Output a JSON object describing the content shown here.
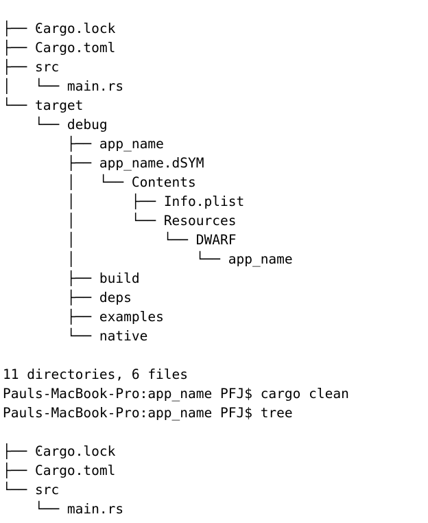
{
  "tree1": {
    "root": ".",
    "rows": [
      {
        "prefix": "├── ",
        "indent": 0,
        "name": "Cargo.lock"
      },
      {
        "prefix": "├── ",
        "indent": 0,
        "name": "Cargo.toml"
      },
      {
        "prefix": "├── ",
        "indent": 0,
        "name": "src"
      },
      {
        "prefix": "│   └── ",
        "indent": 0,
        "name": "main.rs"
      },
      {
        "prefix": "└── ",
        "indent": 0,
        "name": "target"
      },
      {
        "prefix": "    └── ",
        "indent": 0,
        "name": "debug"
      },
      {
        "prefix": "        ├── ",
        "indent": 0,
        "name": "app_name"
      },
      {
        "prefix": "        ├── ",
        "indent": 0,
        "name": "app_name.dSYM"
      },
      {
        "prefix": "        │   └── ",
        "indent": 0,
        "name": "Contents"
      },
      {
        "prefix": "        │       ├── ",
        "indent": 0,
        "name": "Info.plist"
      },
      {
        "prefix": "        │       └── ",
        "indent": 0,
        "name": "Resources"
      },
      {
        "prefix": "        │           └── ",
        "indent": 0,
        "name": "DWARF"
      },
      {
        "prefix": "        │               └── ",
        "indent": 0,
        "name": "app_name"
      },
      {
        "prefix": "        ├── ",
        "indent": 0,
        "name": "build"
      },
      {
        "prefix": "        ├── ",
        "indent": 0,
        "name": "deps"
      },
      {
        "prefix": "        ├── ",
        "indent": 0,
        "name": "examples"
      },
      {
        "prefix": "        └── ",
        "indent": 0,
        "name": "native"
      }
    ]
  },
  "summary1": "11 directories, 6 files",
  "prompt1": {
    "prompt": "Pauls-MacBook-Pro:app_name PFJ$ ",
    "command": "cargo clean"
  },
  "prompt2": {
    "prompt": "Pauls-MacBook-Pro:app_name PFJ$ ",
    "command": "tree"
  },
  "tree2": {
    "root": ".",
    "rows": [
      {
        "prefix": "├── ",
        "name": "Cargo.lock"
      },
      {
        "prefix": "├── ",
        "name": "Cargo.toml"
      },
      {
        "prefix": "└── ",
        "name": "src"
      },
      {
        "prefix": "    └── ",
        "name": "main.rs"
      }
    ]
  }
}
